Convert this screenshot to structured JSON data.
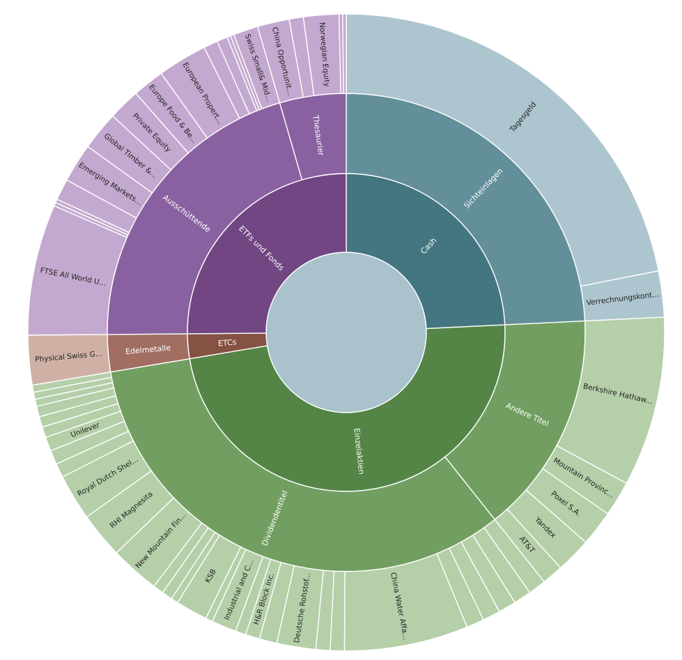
{
  "chart_data": {
    "type": "sunburst",
    "unit": "share",
    "palette": {
      "Cash": [
        "#a9c2cb",
        "#447681",
        "#638f9a",
        "#adc5ce"
      ],
      "Einzelaktien": [
        "#a9c2cb",
        "#548546",
        "#729f61",
        "#b5cfa9"
      ],
      "ETCs": [
        "#a9c2cb",
        "#855244",
        "#a26e62",
        "#cfb0a5"
      ],
      "ETFs und Fonds": [
        "#a9c2cb",
        "#724583",
        "#8961a0",
        "#c3a9cf"
      ]
    },
    "children": [
      {
        "name": "Cash",
        "label": "Cash",
        "children": [
          {
            "name": "Sichteinlagen",
            "label": "Sichteinlagen",
            "children": [
              {
                "name": "Tagesgeld",
                "label": "Tagesgeld",
                "value": 122.0
              },
              {
                "name": "Verrechnungskonto",
                "label": "Verrechnungskont...",
                "value": 13.0
              }
            ]
          }
        ]
      },
      {
        "name": "Einzelaktien",
        "label": "Einzelaktien",
        "children": [
          {
            "name": "Andere Titel",
            "label": "Andere Titel",
            "children": [
              {
                "name": "Berkshire Hathaway",
                "label": "Berkshire Hathaw...",
                "value": 48.0
              },
              {
                "name": "Mountain Province",
                "label": "Mountain Provinc...",
                "value": 10.0
              },
              {
                "name": "Poxel S.A.",
                "label": "Poxel S.A.",
                "value": 10.0
              },
              {
                "name": "Yandex",
                "label": "Yandex",
                "value": 10.0
              },
              {
                "name": "AT&T",
                "label": "AT&T",
                "value": 6.0
              }
            ]
          },
          {
            "name": "Dividendentitel",
            "label": "Dividendentitel",
            "children": [
              {
                "name": "d1",
                "label": "",
                "value": 5.0
              },
              {
                "name": "d2",
                "label": "",
                "value": 5.0
              },
              {
                "name": "d3",
                "label": "",
                "value": 5.0
              },
              {
                "name": "d4",
                "label": "",
                "value": 5.0
              },
              {
                "name": "d5",
                "label": "",
                "value": 5.0
              },
              {
                "name": "China Water Affairs",
                "label": "China Water Affa...",
                "value": 35.0
              },
              {
                "name": "d6",
                "label": "",
                "value": 4.0
              },
              {
                "name": "d7",
                "label": "",
                "value": 4.0
              },
              {
                "name": "Deutsche Rohstoff",
                "label": "Deutsche Rohstof...",
                "value": 11.0
              },
              {
                "name": "d8",
                "label": "",
                "value": 5.0
              },
              {
                "name": "H&R Block Inc.",
                "label": "H&R Block Inc.",
                "value": 4.0
              },
              {
                "name": "d9",
                "label": "",
                "value": 3.0
              },
              {
                "name": "Industrial and Commercial",
                "label": "Industrial and C...",
                "value": 7.0
              },
              {
                "name": "d10",
                "label": "",
                "value": 2.0
              },
              {
                "name": "KSB",
                "label": "KSB",
                "value": 9.0
              },
              {
                "name": "d11",
                "label": "",
                "value": 2.0
              },
              {
                "name": "d12",
                "label": "",
                "value": 3.0
              },
              {
                "name": "d13",
                "label": "",
                "value": 3.0
              },
              {
                "name": "New Mountain Finance",
                "label": "New Mountain Fin...",
                "value": 14.0
              },
              {
                "name": "RHI Magnesita",
                "label": "RHI Magnesita",
                "value": 13.0
              },
              {
                "name": "Royal Dutch Shell",
                "label": "Royal Dutch Shel...",
                "value": 13.0
              },
              {
                "name": "d14",
                "label": "",
                "value": 4.0
              },
              {
                "name": "d15",
                "label": "",
                "value": 4.0
              },
              {
                "name": "Unilever",
                "label": "Unilever",
                "value": 4.0
              },
              {
                "name": "d16",
                "label": "",
                "value": 3.0
              },
              {
                "name": "d17",
                "label": "",
                "value": 3.0
              },
              {
                "name": "d18",
                "label": "",
                "value": 3.0
              },
              {
                "name": "d19",
                "label": "",
                "value": 2.0
              },
              {
                "name": "d20",
                "label": "",
                "value": 2.0
              },
              {
                "name": "d21",
                "label": "",
                "value": 2.0
              }
            ]
          }
        ]
      },
      {
        "name": "ETCs",
        "label": "ETCs",
        "children": [
          {
            "name": "Edelmetalle",
            "label": "Edelmetalle",
            "children": [
              {
                "name": "Physical Swiss Gold",
                "label": "Physical Swiss G...",
                "value": 14.0
              }
            ]
          }
        ]
      },
      {
        "name": "ETFs und Fonds",
        "label": "ETFs und Fonds",
        "children": [
          {
            "name": "Ausschuettende",
            "label": "Ausschüttende",
            "children": [
              {
                "name": "FTSE All World UCITS",
                "label": "FTSE All World U...",
                "value": 37.0
              },
              {
                "name": "e1",
                "label": "",
                "value": 1.0
              },
              {
                "name": "e2",
                "label": "",
                "value": 1.0
              },
              {
                "name": "e3",
                "label": "",
                "value": 6.0
              },
              {
                "name": "Emerging Markets",
                "label": "Emerging Markets...",
                "value": 11.0
              },
              {
                "name": "Global Timber",
                "label": "Global Timber &...",
                "value": 11.0
              },
              {
                "name": "Private Equity",
                "label": "Private Equity",
                "value": 9.0
              },
              {
                "name": "Europe Food & Beverage",
                "label": "Europe Food & Be...",
                "value": 9.0
              },
              {
                "name": "European Property",
                "label": "European Propert...",
                "value": 14.0
              },
              {
                "name": "e4",
                "label": "",
                "value": 4.0
              },
              {
                "name": "e5",
                "label": "",
                "value": 3.0
              },
              {
                "name": "e6",
                "label": "",
                "value": 1.0
              },
              {
                "name": "e7",
                "label": "",
                "value": 1.0
              },
              {
                "name": "Swiss Small & Mid",
                "label": "Swiss Small& Mid...",
                "value": 7.0
              }
            ]
          },
          {
            "name": "Thesaurier",
            "label": "Thesaurier",
            "children": [
              {
                "name": "China Opportunity",
                "label": "China Opportunit...",
                "value": 9.0
              },
              {
                "name": "t1",
                "label": "",
                "value": 4.0
              },
              {
                "name": "Norwegian Equity",
                "label": "Norwegian Equity",
                "value": 10.0
              },
              {
                "name": "t2",
                "label": "",
                "value": 1.0
              },
              {
                "name": "t3",
                "label": "",
                "value": 1.0
              }
            ]
          }
        ]
      }
    ]
  }
}
